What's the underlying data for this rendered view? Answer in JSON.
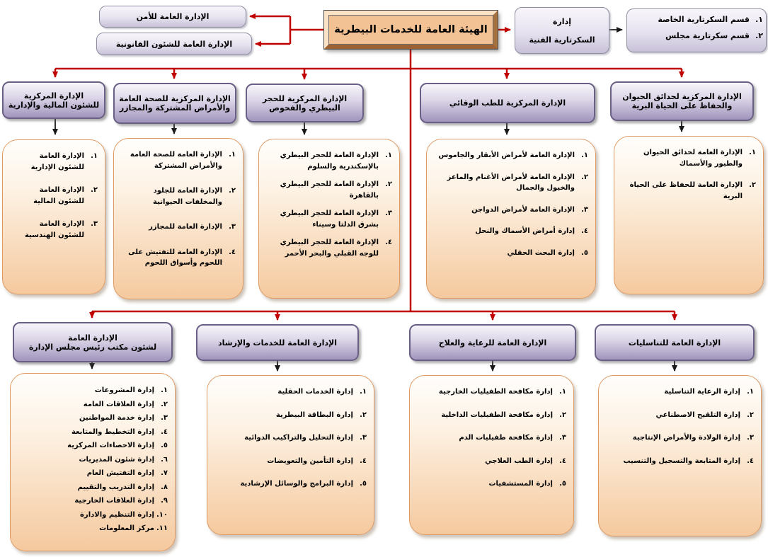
{
  "colors": {
    "connector_red": "#c00000",
    "connector_black": "#1a1a1a",
    "header_purple": "#a094bc",
    "list_peach": "#f5c99e",
    "title_peach": "#f2c294"
  },
  "root_title": "الهيئة العامة للخدمات البيطرية",
  "top_left_boxes": [
    {
      "label": "الإدارة العامة للأمن"
    },
    {
      "label": "الإدارة العامة للشئون القانونية"
    }
  ],
  "secretariat": {
    "lines": [
      "إدارة",
      "السكرتارية الفنية"
    ]
  },
  "secretariat_sections": {
    "items": [
      {
        "num": "١.",
        "text": "قسم السكرتارية الخاصة"
      },
      {
        "num": "٢.",
        "text": "قسم سكرتارية مجلس"
      }
    ]
  },
  "central_departments": [
    {
      "title_lines": [
        "الإدارة المركزية",
        "للشئون المالية والإدارية"
      ],
      "items": [
        {
          "num": "١.",
          "text": "الإدارة العامة للشئون الإدارية"
        },
        {
          "num": "٢.",
          "text": "الإدارة العامة للشئون المالية"
        },
        {
          "num": "٣.",
          "text": "الإدارة العامة للشئون الهندسية"
        }
      ]
    },
    {
      "title_lines": [
        "الإدارة المركزية للصحة العامة",
        "والأمراض المشتركة والمجازر"
      ],
      "items": [
        {
          "num": "١.",
          "text": "الإدارة العامة للصحة العامة والأمراض المشتركة"
        },
        {
          "num": "٢.",
          "text": "الإدارة العامة للجلود والمخلفات الحيوانية"
        },
        {
          "num": "٣.",
          "text": "الإدارة العامة للمجازر"
        },
        {
          "num": "٤.",
          "text": "الإدارة العامة للتفتيش على اللحوم وأسواق اللحوم"
        }
      ]
    },
    {
      "title_lines": [
        "الإدارة المركزية للحجر",
        "البيطري والفحوص"
      ],
      "items": [
        {
          "num": "١.",
          "text": "الإدارة العامة للحجر البيطري بالإسكندرية والسلوم"
        },
        {
          "num": "٢.",
          "text": "الإدارة العامة للحجر البيطري بالقاهرة"
        },
        {
          "num": "٣.",
          "text": "الإدارة العامة للحجر البيطري بشرق الدلتا وسيناء"
        },
        {
          "num": "٤.",
          "text": "الإدارة العامة للحجر البيطري للوجه القبلي والبحر الأحمر"
        }
      ]
    },
    {
      "title_lines": [
        "الإدارة المركزية للطب الوقائي"
      ],
      "items": [
        {
          "num": "١.",
          "text": "الإدارة العامة لأمراض الأبقار والجاموس"
        },
        {
          "num": "٢.",
          "text": "الإدارة العامة لأمراض الأغنام والماعز والخيول والجمال"
        },
        {
          "num": "٣.",
          "text": "الإدارة العامة لأمراض الدواجن"
        },
        {
          "num": "٤.",
          "text": "إدارة أمراض الأسماك والنحل"
        },
        {
          "num": "٥.",
          "text": "إدارة البحث الحقلي"
        }
      ]
    },
    {
      "title_lines": [
        "الإدارة المركزية لحدائق الحيوان",
        "والحفاظ على الحياة البرية"
      ],
      "items": [
        {
          "num": "١.",
          "text": "الإدارة العامة لحدائق الحيوان والطيور والأسماك"
        },
        {
          "num": "٢.",
          "text": "الإدارة العامة للحفاظ على الحياة البرية"
        }
      ]
    }
  ],
  "general_departments": [
    {
      "title_lines": [
        "الإدارة العامة",
        "لشئون مكتب رئيس مجلس الإدارة"
      ],
      "items": [
        {
          "num": "١.",
          "text": "إدارة المشروعات"
        },
        {
          "num": "٢.",
          "text": "إدارة العلاقات العامة"
        },
        {
          "num": "٣.",
          "text": "إدارة خدمة المواطنين"
        },
        {
          "num": "٤.",
          "text": "إدارة التخطيط والمتابعة"
        },
        {
          "num": "٥.",
          "text": "إدارة الاحصاءات المركزية"
        },
        {
          "num": "٦.",
          "text": "إدارة شئون المديريات"
        },
        {
          "num": "٧.",
          "text": "إدارة التفتيش العام"
        },
        {
          "num": "٨.",
          "text": "إدارة التدريب والتقييم"
        },
        {
          "num": "٩.",
          "text": "إدارة العلاقات الخارجية"
        },
        {
          "num": "١٠.",
          "text": "إدارة التنظيم والادارة"
        },
        {
          "num": "١١.",
          "text": "مركز المعلومات"
        }
      ]
    },
    {
      "title_lines": [
        "الإدارة العامة للخدمات والإرشاد"
      ],
      "items": [
        {
          "num": "١.",
          "text": "إدارة الخدمات الحقلية"
        },
        {
          "num": "٢.",
          "text": "إدارة البطاقة البيطرية"
        },
        {
          "num": "٣.",
          "text": "إدارة التحليل والتراكيب الدوائية"
        },
        {
          "num": "٤.",
          "text": "إدارة التأمين والتعويضات"
        },
        {
          "num": "٥.",
          "text": "إدارة البرامج والوسائل الإرشادية"
        }
      ]
    },
    {
      "title_lines": [
        "الإدارة العامة للرعاية والعلاج"
      ],
      "items": [
        {
          "num": "١.",
          "text": "إدارة مكافحة الطفيليات الخارجية"
        },
        {
          "num": "٢.",
          "text": "إدارة مكافحة الطفيليات الداخلية"
        },
        {
          "num": "٣.",
          "text": "إدارة مكافحة طفيليات الدم"
        },
        {
          "num": "٤.",
          "text": "إدارة الطب العلاجي"
        },
        {
          "num": "٥.",
          "text": "إدارة المستشفيات"
        }
      ]
    },
    {
      "title_lines": [
        "الإدارة العامة للتناسليات"
      ],
      "items": [
        {
          "num": "١.",
          "text": "إدارة الرعاية التناسلية"
        },
        {
          "num": "٢.",
          "text": "إدارة التلقيح الاصطناعي"
        },
        {
          "num": "٣.",
          "text": "إدارة الولادة والأمراض الإنتاجية"
        },
        {
          "num": "٤.",
          "text": "إدارة المتابعة والتسجيل والتنسيب"
        }
      ]
    }
  ]
}
